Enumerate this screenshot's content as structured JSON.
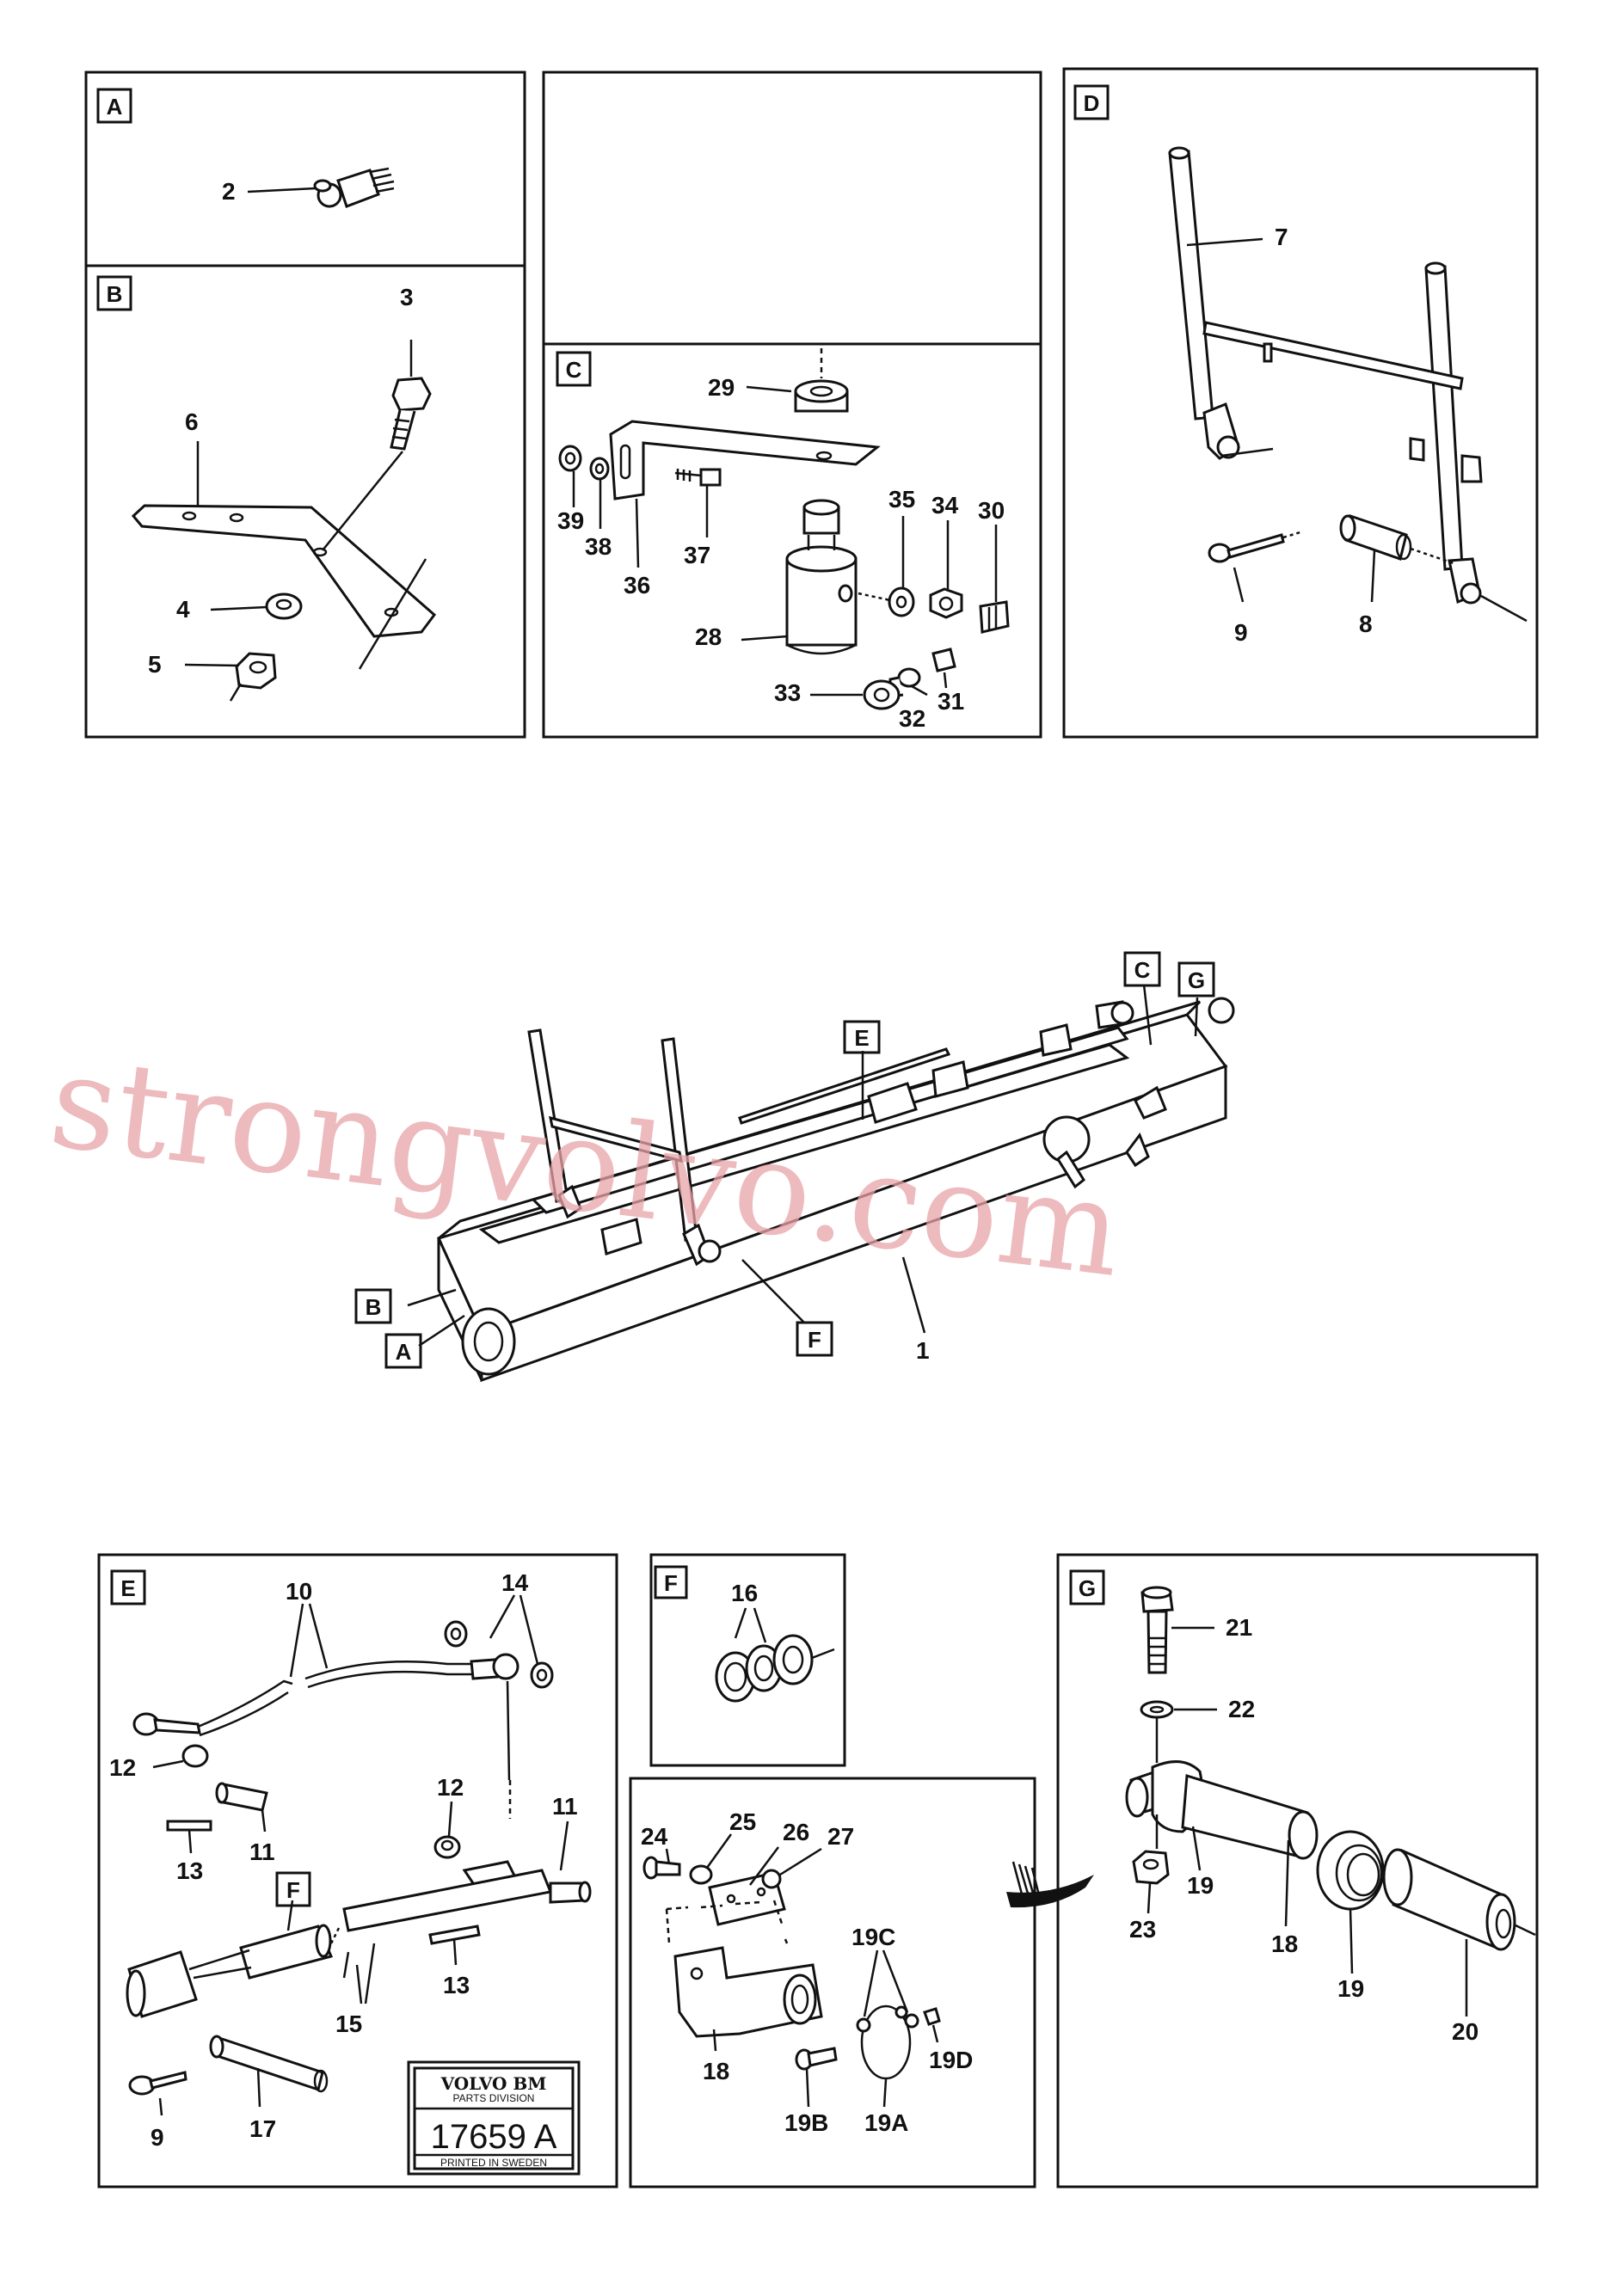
{
  "panels": {
    "A": {
      "tag": "A",
      "labels": [
        "2"
      ]
    },
    "B": {
      "tag": "B",
      "labels": [
        "3",
        "6",
        "4",
        "5"
      ]
    },
    "C": {
      "tag": "C",
      "labels": [
        "29",
        "35",
        "34",
        "30",
        "39",
        "38",
        "36",
        "37",
        "28",
        "33",
        "32",
        "31"
      ]
    },
    "D": {
      "tag": "D",
      "labels": [
        "7",
        "9",
        "8"
      ]
    },
    "main": {
      "tags": [
        "C",
        "G",
        "E",
        "B",
        "A",
        "F"
      ],
      "labels": [
        "1"
      ]
    },
    "E": {
      "tag": "E",
      "labels": [
        "10",
        "14",
        "12",
        "11",
        "13",
        "12",
        "11",
        "13",
        "15",
        "9",
        "17"
      ],
      "sub_tag": "F"
    },
    "F": {
      "tag": "F",
      "labels": [
        "16"
      ]
    },
    "H": {
      "labels": [
        "24",
        "25",
        "26",
        "27",
        "19C",
        "18",
        "19D",
        "19B",
        "19A"
      ]
    },
    "G": {
      "tag": "G",
      "labels": [
        "21",
        "22",
        "19",
        "18",
        "23",
        "19",
        "20"
      ]
    }
  },
  "plate": {
    "brand": "VOLVO BM",
    "division": "PARTS DIVISION",
    "number": "17659 A",
    "printed": "PRINTED IN SWEDEN"
  },
  "watermark": "strongvolvo.com"
}
